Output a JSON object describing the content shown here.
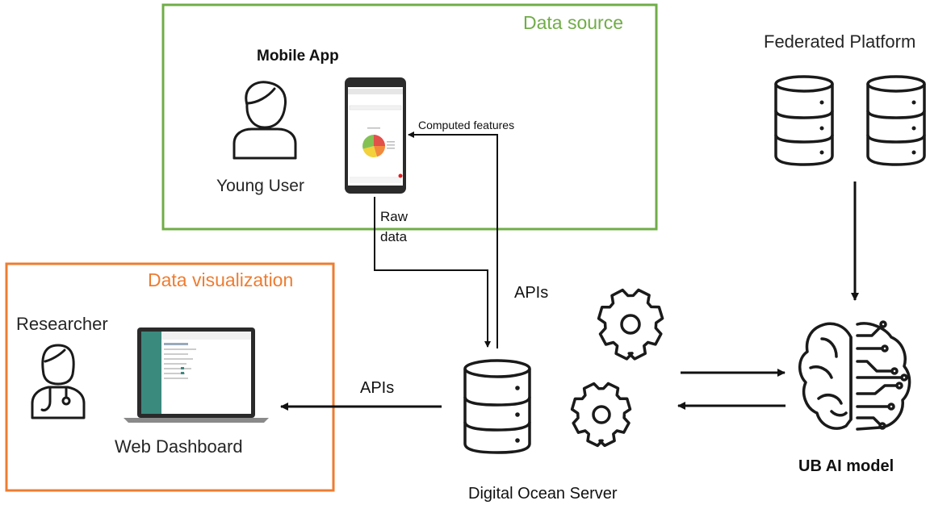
{
  "data_source": {
    "title": "Data source",
    "mobile_app_label": "Mobile App",
    "young_user_label": "Young User"
  },
  "data_visualization": {
    "title": "Data visualization",
    "researcher_label": "Researcher",
    "web_dashboard_label": "Web Dashboard"
  },
  "federated": {
    "title": "Federated Platform"
  },
  "server": {
    "label": "Digital Ocean Server"
  },
  "ai": {
    "label": "UB AI model"
  },
  "flows": {
    "computed_features": "Computed features",
    "raw_data_line1": "Raw",
    "raw_data_line2": "data",
    "apis_vertical": "APIs",
    "apis_horizontal": "APIs"
  },
  "colors": {
    "green": "#70ad47",
    "orange": "#ed7d31",
    "icon": "#1a1a1a"
  },
  "icons": [
    "user-icon",
    "smartphone-icon",
    "pie-chart-icon",
    "doctor-icon",
    "laptop-icon",
    "database-icon",
    "gears-icon",
    "brain-circuit-icon"
  ]
}
